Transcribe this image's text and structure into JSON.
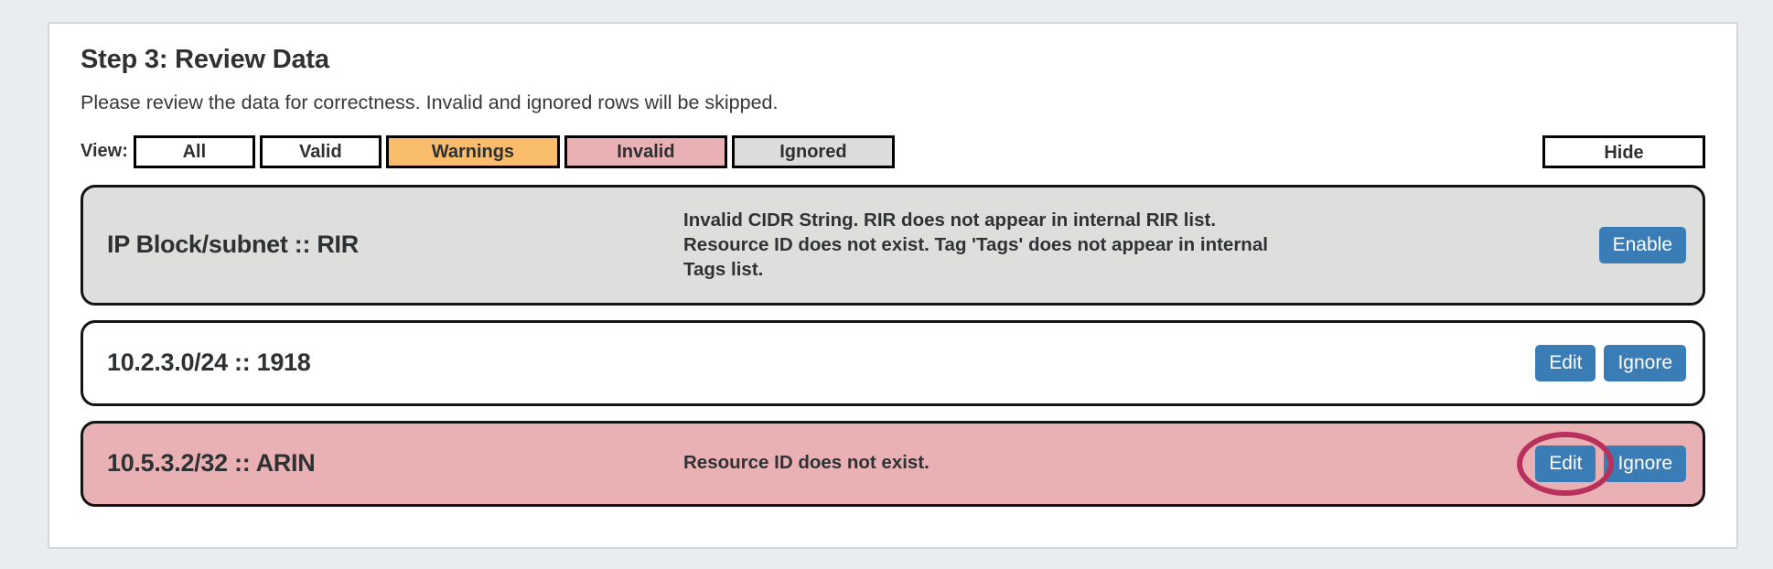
{
  "step": {
    "title": "Step 3: Review Data",
    "description": "Please review the data for correctness. Invalid and ignored rows will be skipped."
  },
  "filters": {
    "label": "View:",
    "options": [
      {
        "label": "All",
        "state": "default",
        "color": "#ffffff"
      },
      {
        "label": "Valid",
        "state": "default",
        "color": "#ffffff"
      },
      {
        "label": "Warnings",
        "state": "warning",
        "color": "#fabd6c"
      },
      {
        "label": "Invalid",
        "state": "invalid",
        "color": "#eab1b4"
      },
      {
        "label": "Ignored",
        "state": "ignored",
        "color": "#dcdcdc"
      }
    ],
    "hide_label": "Hide"
  },
  "rows": [
    {
      "title": "IP Block/subnet :: RIR",
      "message": "Invalid CIDR String. RIR does not appear in internal RIR list. Resource ID does not exist. Tag 'Tags' does not appear in internal Tags list.",
      "status": "ignored",
      "background": "#dededd",
      "actions": [
        {
          "label": "Enable",
          "name": "enable-button"
        }
      ]
    },
    {
      "title": "10.2.3.0/24 :: 1918",
      "message": "",
      "status": "valid",
      "background": "#ffffff",
      "actions": [
        {
          "label": "Edit",
          "name": "edit-button"
        },
        {
          "label": "Ignore",
          "name": "ignore-button"
        }
      ]
    },
    {
      "title": "10.5.3.2/32 :: ARIN",
      "message": "Resource ID does not exist.",
      "status": "invalid",
      "background": "#eab1b4",
      "actions": [
        {
          "label": "Edit",
          "name": "edit-button"
        },
        {
          "label": "Ignore",
          "name": "ignore-button"
        }
      ]
    }
  ],
  "annotation": {
    "target": "edit-button-row-3",
    "shape": "ellipse",
    "color": "#b8305c"
  },
  "theme": {
    "page_background": "#e9edf0",
    "card_background": "#ffffff",
    "button_blue": "#3a7cb5",
    "text_dark": "#2f3234"
  }
}
